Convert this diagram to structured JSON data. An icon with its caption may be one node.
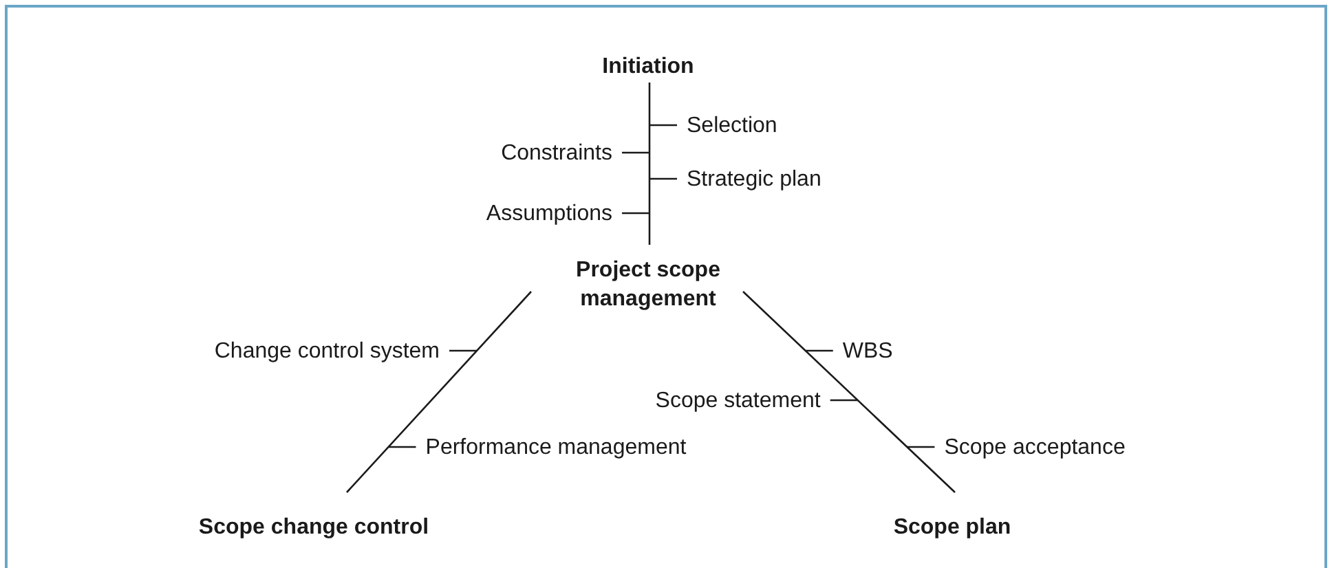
{
  "diagram": {
    "nodes": [
      {
        "text": [
          "Initiation"
        ]
      },
      {
        "text": [
          "Selection"
        ]
      },
      {
        "text": [
          "Constraints"
        ]
      },
      {
        "text": [
          "Strategic plan"
        ]
      },
      {
        "text": [
          "Assumptions"
        ]
      },
      {
        "text": [
          "Project scope management"
        ]
      },
      {
        "text": [
          "Change control system"
        ]
      },
      {
        "text": [
          "WBS"
        ]
      },
      {
        "text": [
          "Scope statement"
        ]
      },
      {
        "text": [
          "Performance management"
        ]
      },
      {
        "text": [
          "Scope acceptance"
        ]
      },
      {
        "text": [
          "Scope change control"
        ]
      },
      {
        "text": [
          "Scope plan"
        ]
      }
    ],
    "edges": [
      {
        "from": 0,
        "to": 5,
        "arrow": "none"
      },
      {
        "from": 5,
        "to": 11,
        "arrow": "none"
      },
      {
        "from": 5,
        "to": 12,
        "arrow": "none"
      },
      {
        "from": 1,
        "to": null,
        "arrow": "none"
      },
      {
        "from": 2,
        "to": null,
        "arrow": "none"
      },
      {
        "from": 3,
        "to": null,
        "arrow": "none"
      },
      {
        "from": 4,
        "to": null,
        "arrow": "none"
      },
      {
        "from": 6,
        "to": null,
        "arrow": "none"
      },
      {
        "from": 7,
        "to": null,
        "arrow": "none"
      },
      {
        "from": 8,
        "to": null,
        "arrow": "none"
      },
      {
        "from": 9,
        "to": null,
        "arrow": "none"
      },
      {
        "from": 10,
        "to": null,
        "arrow": "none"
      }
    ]
  }
}
